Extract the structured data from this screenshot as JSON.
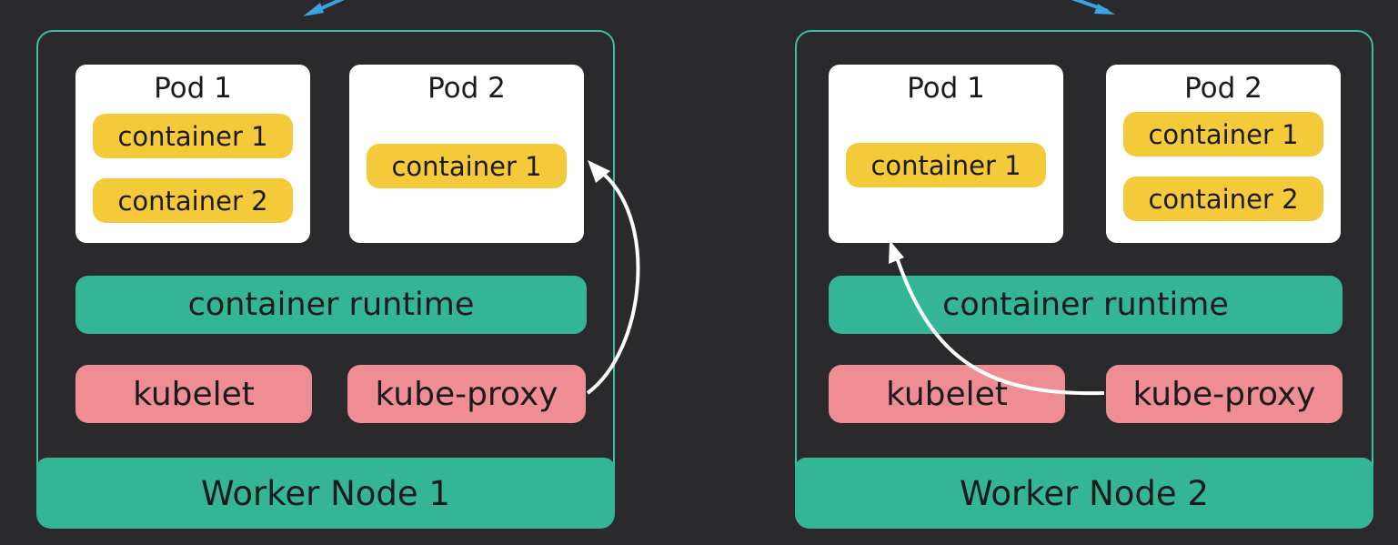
{
  "nodes": [
    {
      "label": "Worker Node 1",
      "pods": [
        {
          "title": "Pod 1",
          "containers": [
            "container 1",
            "container 2"
          ]
        },
        {
          "title": "Pod 2",
          "containers": [
            "container 1"
          ]
        }
      ],
      "runtime": "container runtime",
      "kubelet": "kubelet",
      "kube_proxy": "kube-proxy"
    },
    {
      "label": "Worker Node 2",
      "pods": [
        {
          "title": "Pod 1",
          "containers": [
            "container 1"
          ]
        },
        {
          "title": "Pod 2",
          "containers": [
            "container 1",
            "container 2"
          ]
        }
      ],
      "runtime": "container runtime",
      "kubelet": "kubelet",
      "kube_proxy": "kube-proxy"
    }
  ],
  "colors": {
    "background": "#2a2a2c",
    "node_border": "#3bbfa3",
    "teal": "#34b596",
    "container_yellow": "#f4c93a",
    "agent_pink": "#ef8d94",
    "arrow_blue": "#3aa3e0"
  }
}
